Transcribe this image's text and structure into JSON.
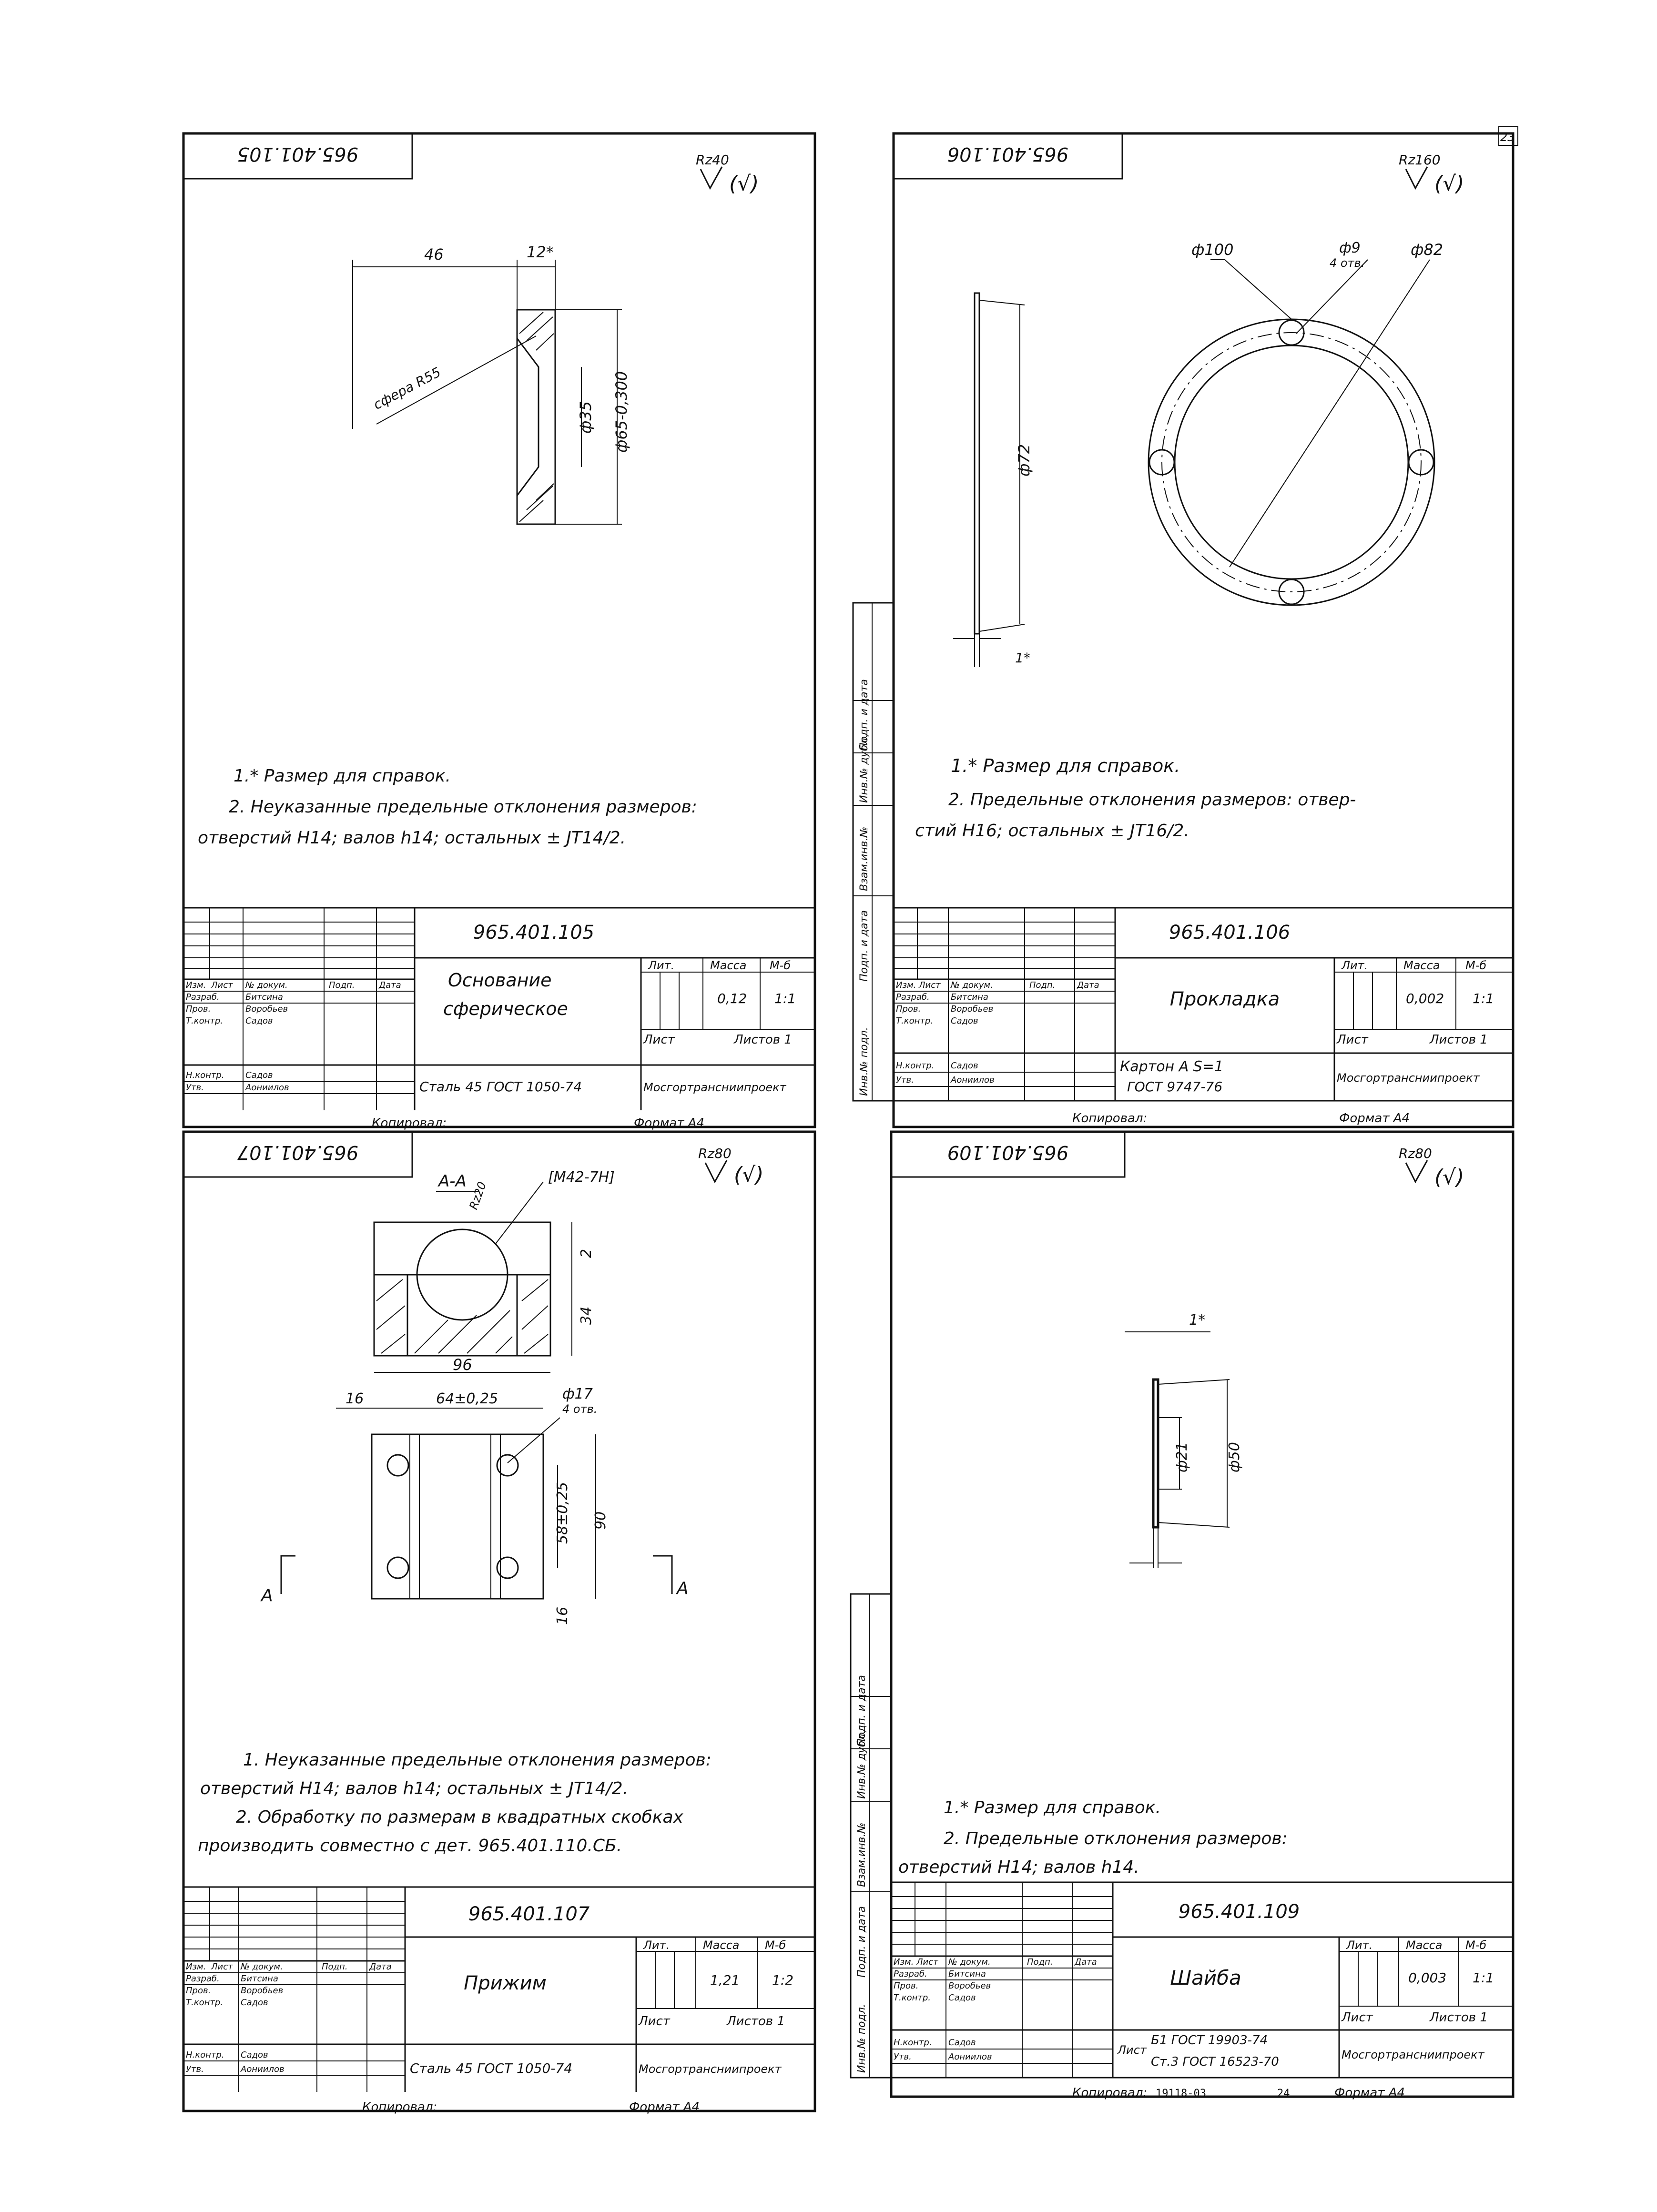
{
  "page_number": "23",
  "sheets": [
    {
      "code": "965.401.105",
      "code_mirrored": "965.401.105",
      "roughness": "Rz40",
      "roughness_mark": "(√)",
      "dims": {
        "d46": "46",
        "d12": "12*",
        "sphere": "сфера R55",
        "phi35": "ф35",
        "phi65": "ф65-0,300"
      },
      "notes": [
        "1.* Размер для справок.",
        "2. Неуказанные предельные отклонения размеров:",
        "отверстий H14; валов h14; остальных ± JT14/2."
      ],
      "title": "Основание сферическое",
      "mass": "0,12",
      "scale": "1:1",
      "material": "Сталь 45 ГОСТ 1050-74",
      "org": "Мосгортрансниипроект",
      "sheet_of": "Листов 1",
      "people": [
        "Битсина",
        "Воробьев",
        "Садов",
        "Садов",
        "Аониилов"
      ]
    },
    {
      "code": "965.401.106",
      "code_mirrored": "965.401.106",
      "roughness": "Rz160",
      "roughness_mark": "(√)",
      "dims": {
        "phi100": "ф100",
        "phi9": "ф9",
        "holes": "4 отв.",
        "phi82": "ф82",
        "phi72": "ф72",
        "t1": "1*"
      },
      "notes": [
        "1.* Размер для справок.",
        "2. Предельные отклонения размеров: отвер-",
        "стий H16; остальных ± JT16/2."
      ],
      "title": "Прокладка",
      "mass": "0,002",
      "scale": "1:1",
      "material": "Картон А S=1",
      "material2": "ГОСТ 9747-76",
      "org": "Мосгортрансниипроект",
      "sheet_of": "Листов 1",
      "people": [
        "Битсина",
        "Воробьев",
        "Садов",
        "Садов",
        "Аониилов"
      ]
    },
    {
      "code": "965.401.107",
      "code_mirrored": "965.401.107",
      "roughness": "Rz80",
      "roughness_mark": "(√)",
      "dims": {
        "section": "А-А",
        "rz20": "Rz20",
        "thread": "[М42-7Н]",
        "d2": "2",
        "d34": "34",
        "d96": "96",
        "d16": "16",
        "d64": "64±0,25",
        "phi17": "ф17",
        "holes": "4 отв.",
        "d58": "58±0,25",
        "d90": "90",
        "d16b": "16",
        "markA": "А"
      },
      "notes": [
        "1. Неуказанные предельные отклонения размеров:",
        "отверстий H14; валов h14; остальных ± JT14/2.",
        "2. Обработку по размерам в квадратных скобках",
        "производить совместно с дет. 965.401.110.СБ."
      ],
      "title": "Прижим",
      "mass": "1,21",
      "scale": "1:2",
      "material": "Сталь 45 ГОСТ 1050-74",
      "org": "Мосгортрансниипроект",
      "sheet_of": "Листов 1",
      "people": [
        "Битсина",
        "Воробьев",
        "Садов",
        "Садов",
        "Аониилов"
      ]
    },
    {
      "code": "965.401.109",
      "code_mirrored": "965.401.109",
      "roughness": "Rz80",
      "roughness_mark": "(√)",
      "dims": {
        "t1": "1*",
        "phi21": "ф21",
        "phi50": "ф50"
      },
      "notes": [
        "1.* Размер для справок.",
        "2. Предельные отклонения размеров:",
        "отверстий H14; валов h14."
      ],
      "title": "Шайба",
      "mass": "0,003",
      "scale": "1:1",
      "material": "Б1 ГОСТ 19903-74",
      "material2": "Ст.3 ГОСТ 16523-70",
      "material_prefix": "Лист",
      "org": "Мосгортрансниипроект",
      "sheet_of": "Листов 1",
      "people": [
        "Битсина",
        "Воробьев",
        "Садов",
        "Садов",
        "Аониилов"
      ]
    }
  ],
  "title_block_labels": {
    "izm": "Изм.",
    "list": "Лист",
    "doc": "№ докум.",
    "sign": "Подп.",
    "date": "Дата",
    "dev": "Разраб.",
    "check": "Пров.",
    "tcontrol": "Т.контр.",
    "ncontrol": "Н.контр.",
    "approved": "Утв.",
    "lit": "Лит.",
    "mass": "Масса",
    "scale": "М-б",
    "sheet": "Лист"
  },
  "side_labels": [
    "Инв.№ подл.",
    "Подп. и дата",
    "Взам.инв.№",
    "Инв.№ дубл.",
    "Подп. и дата"
  ],
  "footer": {
    "copied": "Копировал:",
    "format": "Формат А4",
    "archive": "19118-03",
    "archive_sheet": "24"
  }
}
